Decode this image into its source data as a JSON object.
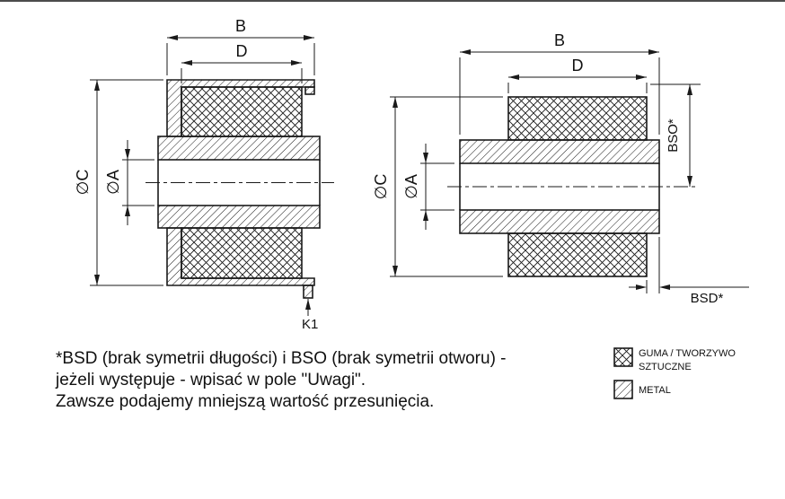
{
  "left_drawing": {
    "dim_B": "B",
    "dim_D": "D",
    "dim_C": "∅C",
    "dim_A": "∅A",
    "k1_label": "K1"
  },
  "right_drawing": {
    "dim_B": "B",
    "dim_D": "D",
    "dim_C": "∅C",
    "dim_A": "∅A",
    "bso_label": "BSO*",
    "bsd_label": "BSD*"
  },
  "notes": {
    "line1": "*BSD (brak symetrii długości) i BSO (brak symetrii otworu) -",
    "line2": "jeżeli występuje - wpisać w pole \"Uwagi\".",
    "line3": "Zawsze podajemy mniejszą wartość przesunięcia."
  },
  "legend": {
    "rubber_line1": "GUMA / TWORZYWO",
    "rubber_line2": "SZTUCZNE",
    "metal": "METAL"
  },
  "colors": {
    "line": "#1a1a1a",
    "background": "#ffffff"
  }
}
